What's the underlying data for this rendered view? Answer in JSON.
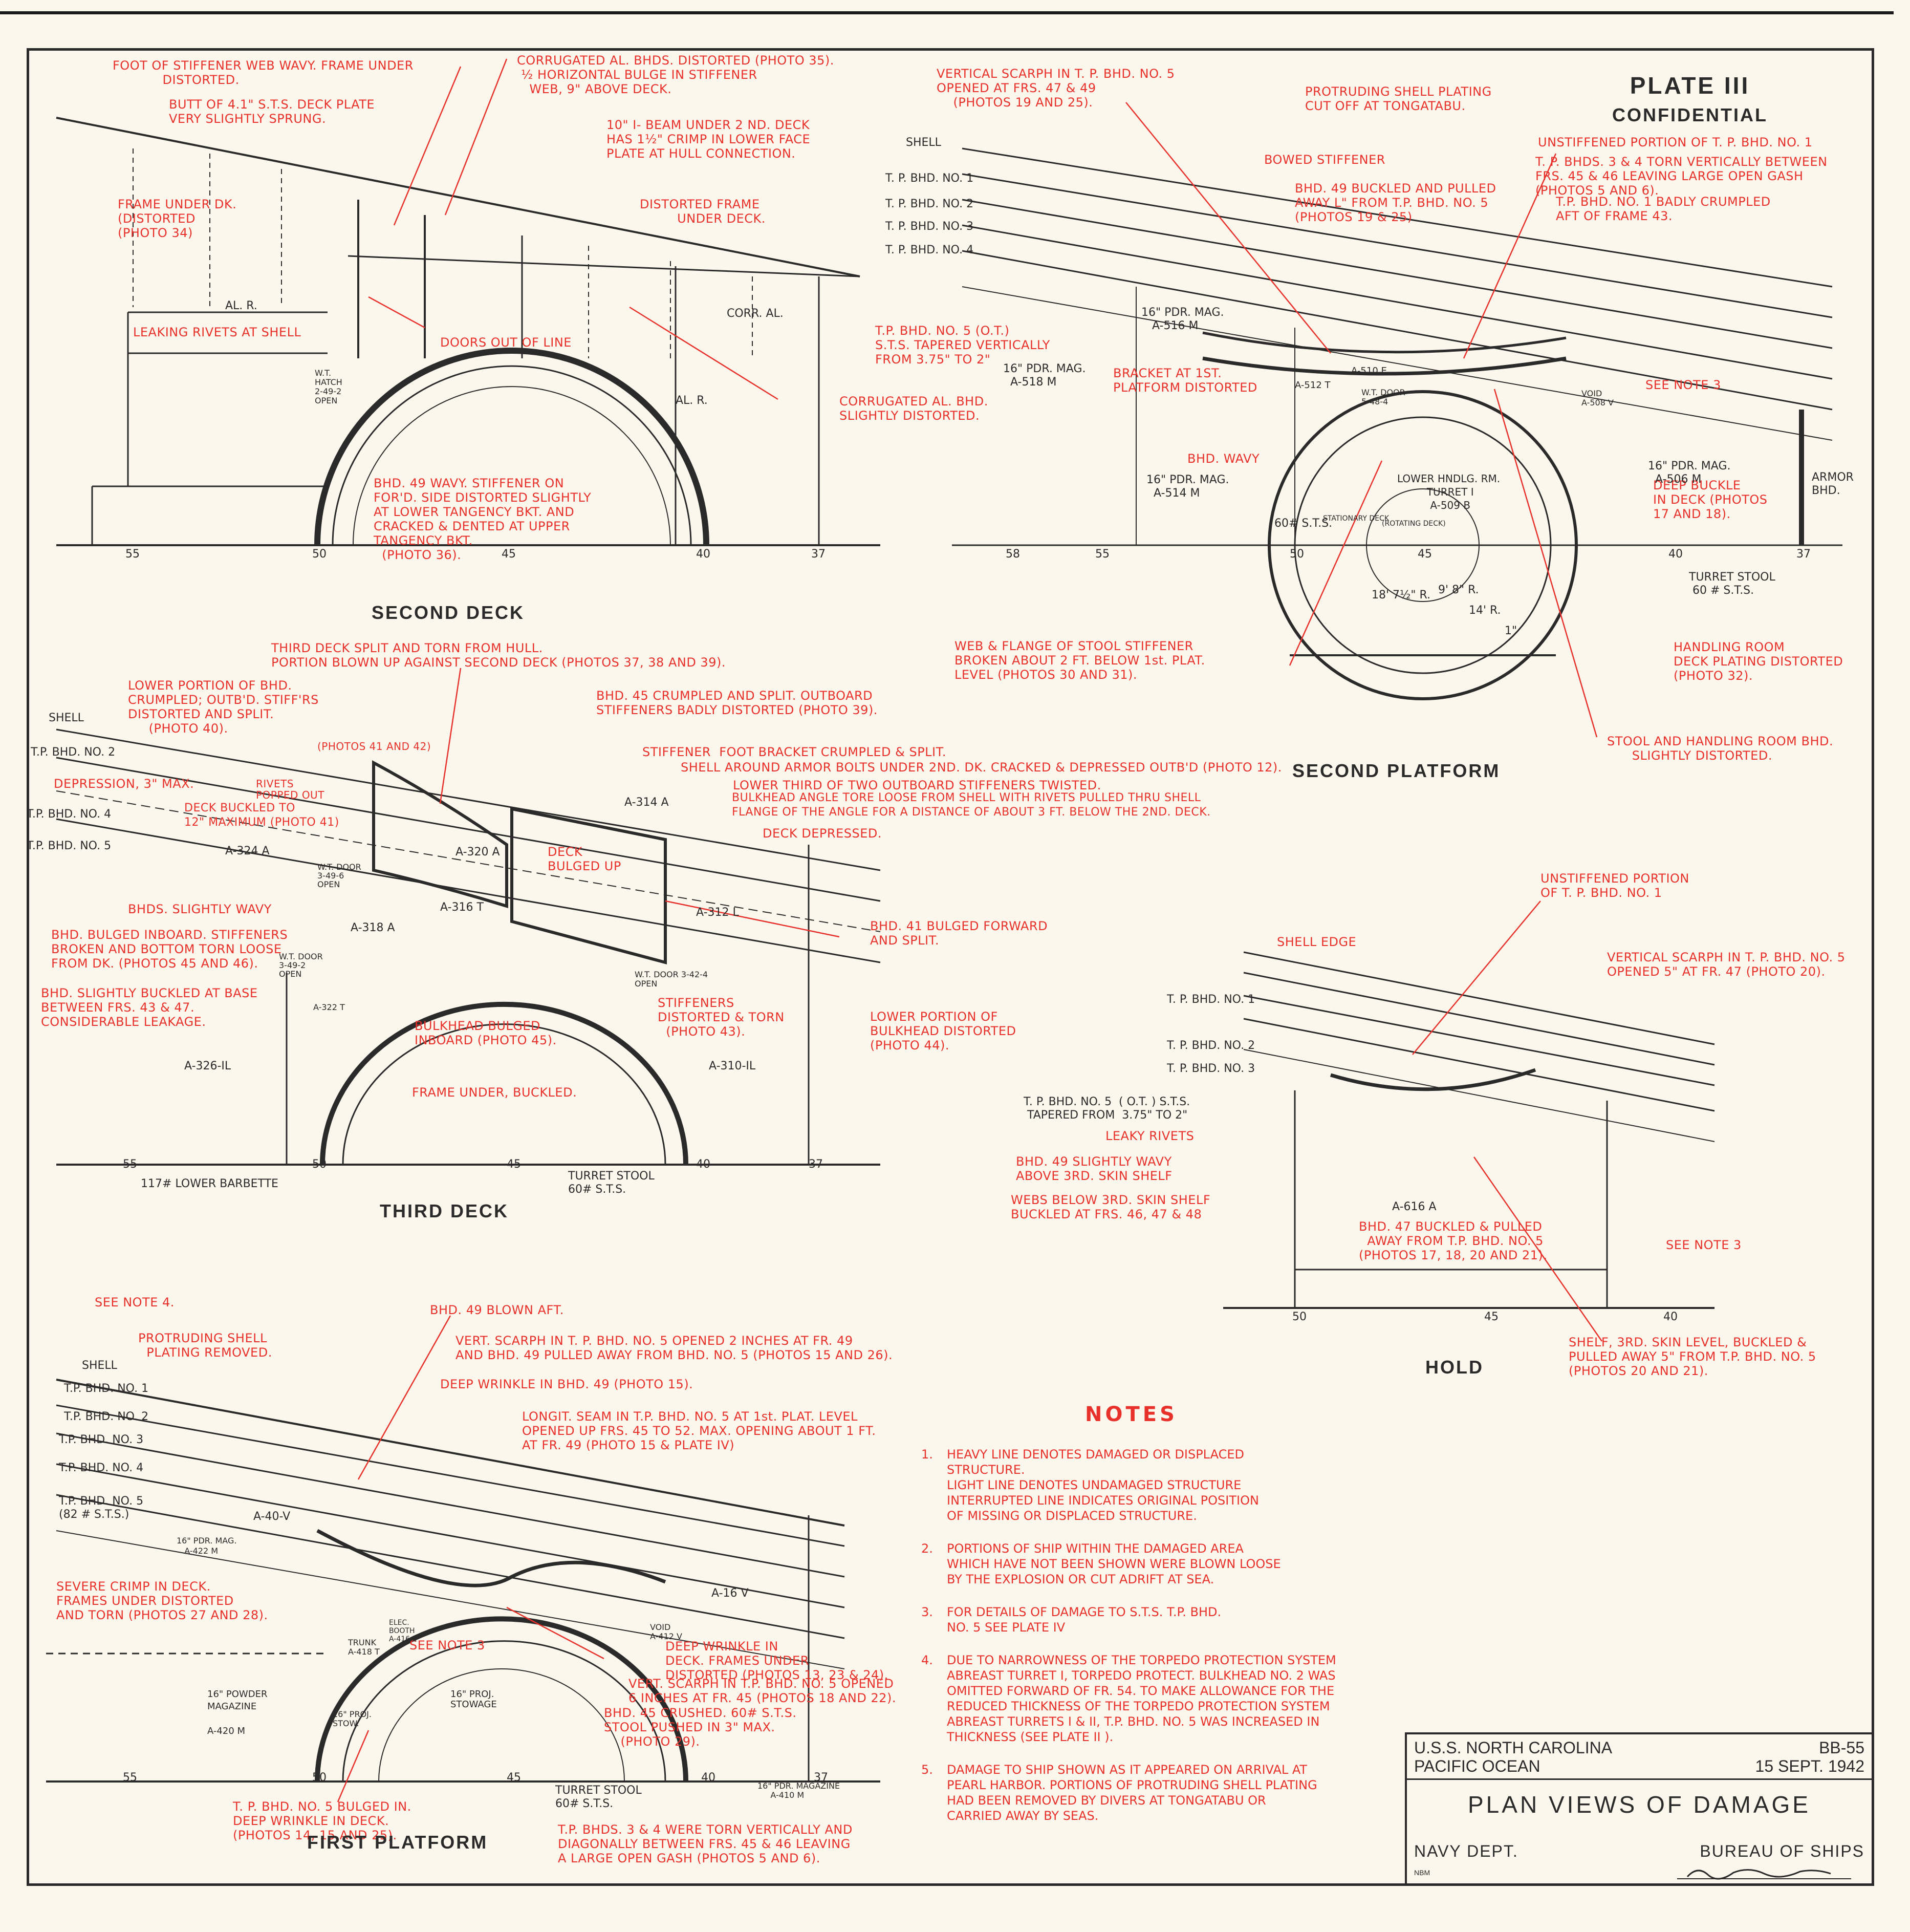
{
  "plate": {
    "number": "PLATE III",
    "classification": "CONFIDENTIAL"
  },
  "sections": {
    "second_deck": "SECOND DECK",
    "second_platform": "SECOND PLATFORM",
    "third_deck": "THIRD DECK",
    "hold": "HOLD",
    "first_platform": "FIRST PLATFORM"
  },
  "second_deck": {
    "annotations": [
      "FOOT OF STIFFENER WEB WAVY. FRAME UNDER\n            DISTORTED.",
      "BUTT OF 4.1\" S.T.S. DECK PLATE\nVERY SLIGHTLY SPRUNG.",
      "CORRUGATED AL. BHDS. DISTORTED (PHOTO 35).\n ½ HORIZONTAL BULGE IN STIFFENER\n   WEB, 9\" ABOVE DECK.",
      "10\" I- BEAM UNDER 2 ND. DECK\nHAS 1½\" CRIMP IN LOWER FACE\nPLATE AT HULL CONNECTION.",
      "FRAME UNDER DK.\n(DISTORTED\n(PHOTO 34)",
      "DISTORTED FRAME\n         UNDER DECK.",
      "LEAKING RIVETS AT SHELL",
      "DOORS OUT OF LINE",
      "CORRUGATED AL. BHD.\nSLIGHTLY DISTORTED.",
      "BHD. 49 WAVY. STIFFENER ON\nFOR'D. SIDE DISTORTED SLIGHTLY\nAT LOWER TANGENCY BKT. AND\nCRACKED & DENTED AT UPPER\nTANGENCY BKT.\n  (PHOTO 36)."
    ],
    "labels": [
      "AL. R.",
      "W.T.\nHATCH\n2-49-2\nOPEN",
      "AL. R.",
      "CORR. AL."
    ],
    "frames": [
      "55",
      "50",
      "45",
      "40",
      "37"
    ]
  },
  "second_platform": {
    "annotations": [
      "VERTICAL SCARPH IN T. P. BHD. NO. 5\nOPENED AT FRS. 47 & 49\n    (PHOTOS 19 AND 25).",
      "PROTRUDING SHELL PLATING\nCUT OFF AT TONGATABU.",
      "UNSTIFFENED PORTION OF T. P. BHD. NO. 1",
      "BOWED STIFFENER",
      "T. P. BHDS. 3 & 4 TORN VERTICALLY BETWEEN\nFRS. 45 & 46 LEAVING LARGE OPEN GASH\n(PHOTOS 5 AND 6).",
      "BHD. 49 BUCKLED AND PULLED\nAWAY L\" FROM T.P. BHD. NO. 5\n(PHOTOS 19 & 25)",
      "T.P. BHD. NO. 1 BADLY CRUMPLED\nAFT OF FRAME 43.",
      "T.P. BHD. NO. 5 (O.T.)\nS.T.S. TAPERED VERTICALLY\nFROM 3.75\" TO 2\"",
      "BRACKET AT 1ST.\nPLATFORM DISTORTED",
      "SEE NOTE 3",
      "BHD. WAVY",
      "DEEP BUCKLE\nIN DECK (PHOTOS\n17 AND 18).",
      "WEB & FLANGE OF STOOL STIFFENER\nBROKEN ABOUT 2 FT. BELOW 1st. PLAT.\nLEVEL (PHOTOS 30 AND 31).",
      "HANDLING ROOM\nDECK PLATING DISTORTED\n(PHOTO 32).",
      "STOOL AND HANDLING ROOM BHD.\n      SLIGHTLY DISTORTED."
    ],
    "labels": [
      "SHELL",
      "T. P. BHD. NO. 1",
      "T. P. BHD. NO. 2",
      "T. P. BHD. NO. 3",
      "T. P. BHD. NO. 4",
      "16\" PDR. MAG.\n   A-516 M",
      "16\" PDR. MAG.\n  A-518 M",
      "A-512 T",
      "A-510 E",
      "W.T. DOOR\n5-48-4",
      "VOID\nA-508 V",
      "16\" PDR. MAG.\n  A-506 M",
      "ARMOR\nBHD.",
      "16\" PDR. MAG.\n  A-514 M",
      "LOWER HNDLG. RM.\n TURRET I\n A-509 B",
      "(ROTATING DECK)",
      "STATIONARY DECK",
      "60# S.T.S.",
      "18' 7½\" R.",
      "9' 8\" R.",
      "14' R.",
      "1\"",
      "TURRET STOOL\n 60 # S.T.S."
    ],
    "frames": [
      "58",
      "55",
      "50",
      "45",
      "40",
      "37"
    ]
  },
  "third_deck": {
    "annotations": [
      "THIRD DECK SPLIT AND TORN FROM HULL.\nPORTION BLOWN UP AGAINST SECOND DECK (PHOTOS 37, 38 AND 39).",
      "LOWER PORTION OF BHD.\nCRUMPLED; OUTB'D. STIFF'RS\nDISTORTED AND SPLIT.\n     (PHOTO 40).",
      "BHD. 45 CRUMPLED AND SPLIT. OUTBOARD\nSTIFFENERS BADLY DISTORTED (PHOTO 39).",
      "(PHOTOS 41 AND 42)",
      "STIFFENER  FOOT BRACKET CRUMPLED & SPLIT.",
      "DEPRESSION, 3\" MAX.",
      "RIVETS\nPOPPED OUT",
      "SHELL AROUND ARMOR BOLTS UNDER 2ND. DK. CRACKED & DEPRESSED OUTB'D (PHOTO 12).",
      "LOWER THIRD OF TWO OUTBOARD STIFFENERS TWISTED.",
      "DECK BUCKLED TO\n12\" MAXIMUM (PHOTO 41)",
      "BULKHEAD ANGLE TORE LOOSE FROM SHELL WITH RIVETS PULLED THRU SHELL\nFLANGE OF THE ANGLE FOR A DISTANCE OF ABOUT 3 FT. BELOW THE 2ND. DECK.",
      "DECK DEPRESSED.",
      "DECK\nBULGED UP",
      "BHDS. SLIGHTLY WAVY",
      "BHD. BULGED INBOARD. STIFFENERS\nBROKEN AND BOTTOM TORN LOOSE\nFROM DK. (PHOTOS 45 AND 46).",
      "BHD. 41 BULGED FORWARD\nAND SPLIT.",
      "BHD. SLIGHTLY BUCKLED AT BASE\nBETWEEN FRS. 43 & 47.\nCONSIDERABLE LEAKAGE.",
      "STIFFENERS\nDISTORTED & TORN\n  (PHOTO 43).",
      "LOWER PORTION OF\nBULKHEAD DISTORTED\n(PHOTO 44).",
      "BULKHEAD BULGED\nINBOARD (PHOTO 45).",
      "FRAME UNDER, BUCKLED."
    ],
    "labels": [
      "SHELL",
      "T.P. BHD. NO. 2",
      "T.P. BHD. NO. 4",
      "T.P. BHD. NO. 5",
      "A-324 A",
      "A-320 A",
      "A-314 A",
      "W.T. DOOR\n3-49-6\nOPEN",
      "A-316 T",
      "A-318 A",
      "A-312 L",
      "W.T. DOOR\n3-49-2\nOPEN",
      "W.T. DOOR 3-42-4\nOPEN",
      "A-322 T",
      "A-326-IL",
      "A-310-IL",
      "117# LOWER BARBETTE",
      "TURRET STOOL\n60# S.T.S."
    ],
    "frames": [
      "55",
      "50",
      "45",
      "40",
      "37"
    ]
  },
  "hold": {
    "annotations": [
      "UNSTIFFENED PORTION\nOF T. P. BHD. NO. 1",
      "SHELL EDGE",
      "VERTICAL SCARPH IN T. P. BHD. NO. 5\nOPENED 5\" AT FR. 47 (PHOTO 20).",
      "LEAKY RIVETS",
      "BHD. 49 SLIGHTLY WAVY\nABOVE 3RD. SKIN SHELF",
      "WEBS BELOW 3RD. SKIN SHELF\nBUCKLED AT FRS. 46, 47 & 48",
      "BHD. 47 BUCKLED & PULLED\n  AWAY FROM T.P. BHD. NO. 5\n(PHOTOS 17, 18, 20 AND 21).",
      "SEE NOTE 3",
      "SHELF, 3RD. SKIN LEVEL, BUCKLED &\nPULLED AWAY 5\" FROM T.P. BHD. NO. 5\n(PHOTOS 20 AND 21)."
    ],
    "labels": [
      "T. P. BHD. NO. 1",
      "T. P. BHD. NO. 2",
      "T. P. BHD. NO. 3",
      "T. P. BHD. NO. 5  ( O.T. ) S.T.S.\n TAPERED FROM  3.75\" TO 2\"",
      "A-616 A"
    ],
    "frames": [
      "50",
      "45",
      "40"
    ]
  },
  "first_platform": {
    "annotations": [
      "SEE NOTE 4.",
      "BHD. 49 BLOWN AFT.",
      "PROTRUDING SHELL\n  PLATING REMOVED.",
      "VERT. SCARPH IN T. P. BHD. NO. 5 OPENED 2 INCHES AT FR. 49\nAND BHD. 49 PULLED AWAY FROM BHD. NO. 5 (PHOTOS 15 AND 26).",
      "DEEP WRINKLE IN BHD. 49 (PHOTO 15).",
      "LONGIT. SEAM IN T.P. BHD. NO. 5 AT 1st. PLAT. LEVEL\nOPENED UP FRS. 45 TO 52. MAX. OPENING ABOUT 1 FT.\nAT FR. 49 (PHOTO 15 & PLATE IV)",
      "SEVERE CRIMP IN DECK.\nFRAMES UNDER DISTORTED\nAND TORN (PHOTOS 27 AND 28).",
      "SEE NOTE 3",
      "DEEP WRINKLE IN\nDECK. FRAMES UNDER\nDISTORTED (PHOTOS 13, 23 & 24).",
      "VERT. SCARPH IN T.P. BHD. NO. 5 OPENED\n6 INCHES AT FR. 45 (PHOTOS 18 AND 22).",
      "BHD. 45 CRUSHED. 60# S.T.S.\nSTOOL PUSHED IN 3\" MAX.\n    (PHOTO 29).",
      "T. P. BHD. NO. 5 BULGED IN.\nDEEP WRINKLE IN DECK.\n(PHOTOS 14, 15 AND 25).",
      "T.P. BHDS. 3 & 4 WERE TORN VERTICALLY AND\nDIAGONALLY BETWEEN FRS. 45 & 46 LEAVING\nA LARGE OPEN GASH (PHOTOS 5 AND 6)."
    ],
    "labels": [
      "SHELL",
      "T.P. BHD. NO. 1",
      "T.P. BHD. NO. 2",
      "T.P. BHD. NO. 3",
      "T.P. BHD. NO. 4",
      "T.P. BHD. NO. 5\n(82 # S.T.S.)",
      "A-40-V",
      "16\" PDR. MAG.\n   A-422 M",
      "A-16 V",
      "ELEC.\nBOOTH\nA-416 E",
      "TRUNK\nA-418 T",
      "VOID\nA-412 V",
      "16\" PROJ.\nSTOWAGE",
      "16\" POWDER\nMAGAZINE\n\nA-420 M",
      "16\" PROJ.\nSTOW.",
      "TURRET STOOL\n60# S.T.S.",
      "16\" PDR. MAGAZINE\n     A-410 M"
    ],
    "frames": [
      "55",
      "50",
      "45",
      "40",
      "37"
    ]
  },
  "notes": {
    "heading": "NOTES",
    "items": [
      {
        "num": "1.",
        "text": "HEAVY LINE DENOTES DAMAGED OR DISPLACED\nSTRUCTURE.\nLIGHT LINE DENOTES UNDAMAGED STRUCTURE\nINTERRUPTED LINE INDICATES ORIGINAL POSITION\nOF MISSING OR DISPLACED STRUCTURE."
      },
      {
        "num": "2.",
        "text": "PORTIONS OF SHIP WITHIN THE DAMAGED AREA\nWHICH HAVE NOT BEEN SHOWN WERE BLOWN LOOSE\nBY THE EXPLOSION OR CUT ADRIFT AT SEA."
      },
      {
        "num": "3.",
        "text": "FOR DETAILS OF DAMAGE TO S.T.S. T.P. BHD.\nNO. 5 SEE PLATE IV"
      },
      {
        "num": "4.",
        "text": "DUE TO NARROWNESS OF THE TORPEDO PROTECTION SYSTEM\nABREAST TURRET I, TORPEDO PROTECT. BULKHEAD NO. 2 WAS\nOMITTED FORWARD OF FR. 54. TO MAKE ALLOWANCE FOR THE\nREDUCED THICKNESS OF THE TORPEDO PROTECTION SYSTEM\nABREAST TURRETS I & II, T.P. BHD. NO. 5 WAS INCREASED IN\nTHICKNESS (SEE PLATE II )."
      },
      {
        "num": "5.",
        "text": "DAMAGE TO SHIP SHOWN AS IT APPEARED ON ARRIVAL AT\nPEARL HARBOR. PORTIONS OF PROTRUDING SHELL PLATING\nHAD BEEN REMOVED BY DIVERS AT TONGATABU OR\nCARRIED AWAY BY SEAS."
      }
    ]
  },
  "title_block": {
    "ship": "U.S.S. NORTH CAROLINA\nPACIFIC OCEAN",
    "number": "BB-55\n15 SEPT. 1942",
    "title": "PLAN VIEWS OF DAMAGE",
    "dept": "NAVY DEPT.",
    "bureau": "BUREAU OF SHIPS",
    "small": "NBM"
  },
  "colors": {
    "paper": "#fbf7ec",
    "ink": "#2a2a2a",
    "annotation": "#e8312a"
  }
}
